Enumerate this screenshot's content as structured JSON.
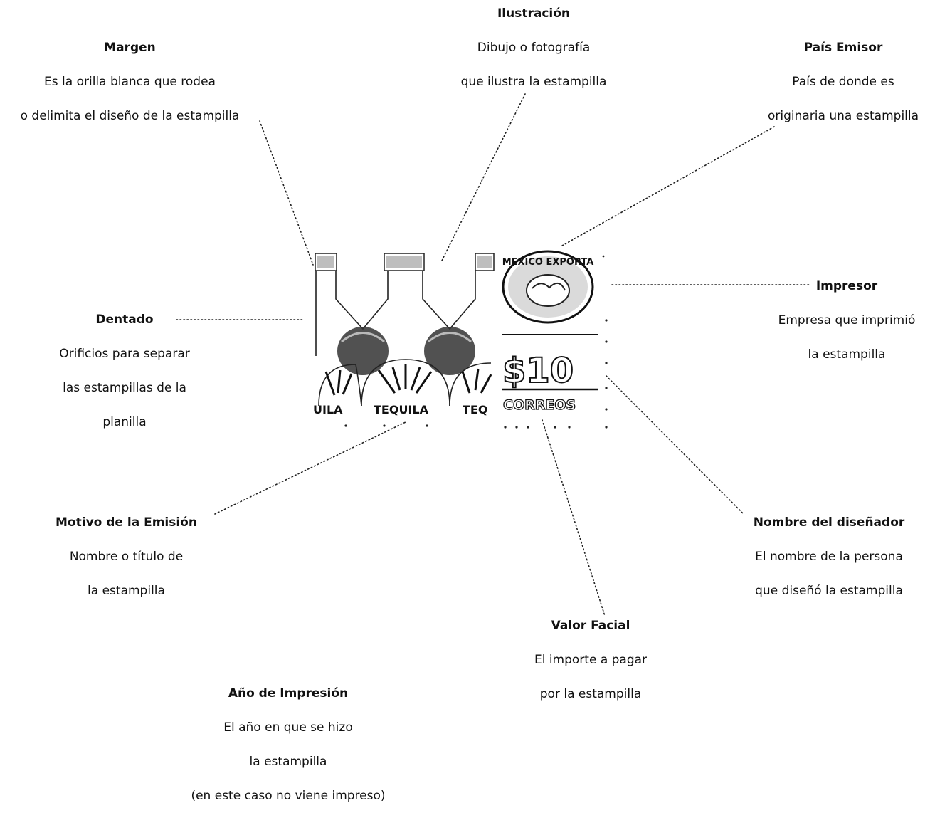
{
  "labels": {
    "ilustracion": {
      "title": "Ilustración",
      "desc": [
        "Dibujo o fotografía",
        "que ilustra la estampilla"
      ]
    },
    "margen": {
      "title": "Margen",
      "desc": [
        "Es la orilla blanca que rodea",
        "o delimita el diseño de la estampilla"
      ]
    },
    "pais": {
      "title": "País Emisor",
      "desc": [
        "País de donde es",
        "originaria una estampilla"
      ]
    },
    "dentado": {
      "title": "Dentado",
      "desc": [
        "Orificios para separar",
        "las estampillas de la planilla"
      ]
    },
    "impresor": {
      "title": "Impresor",
      "desc": [
        "Empresa que imprimió",
        "la estampilla"
      ]
    },
    "motivo": {
      "title": "Motivo de la Emisión",
      "desc": [
        "Nombre o título de",
        "la estampilla"
      ]
    },
    "disenador": {
      "title": "Nombre del diseñador",
      "desc": [
        "El nombre de la persona",
        "que diseñó la estampilla"
      ]
    },
    "valor": {
      "title": "Valor Facial",
      "desc": [
        "El importe a pagar",
        "por la estampilla"
      ]
    },
    "anio": {
      "title": "Año de Impresión",
      "desc": [
        "El año en que se hizo",
        "la estampilla",
        "(en este caso no viene impreso)"
      ]
    }
  },
  "stamp": {
    "seal_text": "MEXICO EXPORTA",
    "value": "$10",
    "service": "CORREOS",
    "product_words": [
      "UILA",
      "TEQUILA",
      "TEQ"
    ]
  }
}
